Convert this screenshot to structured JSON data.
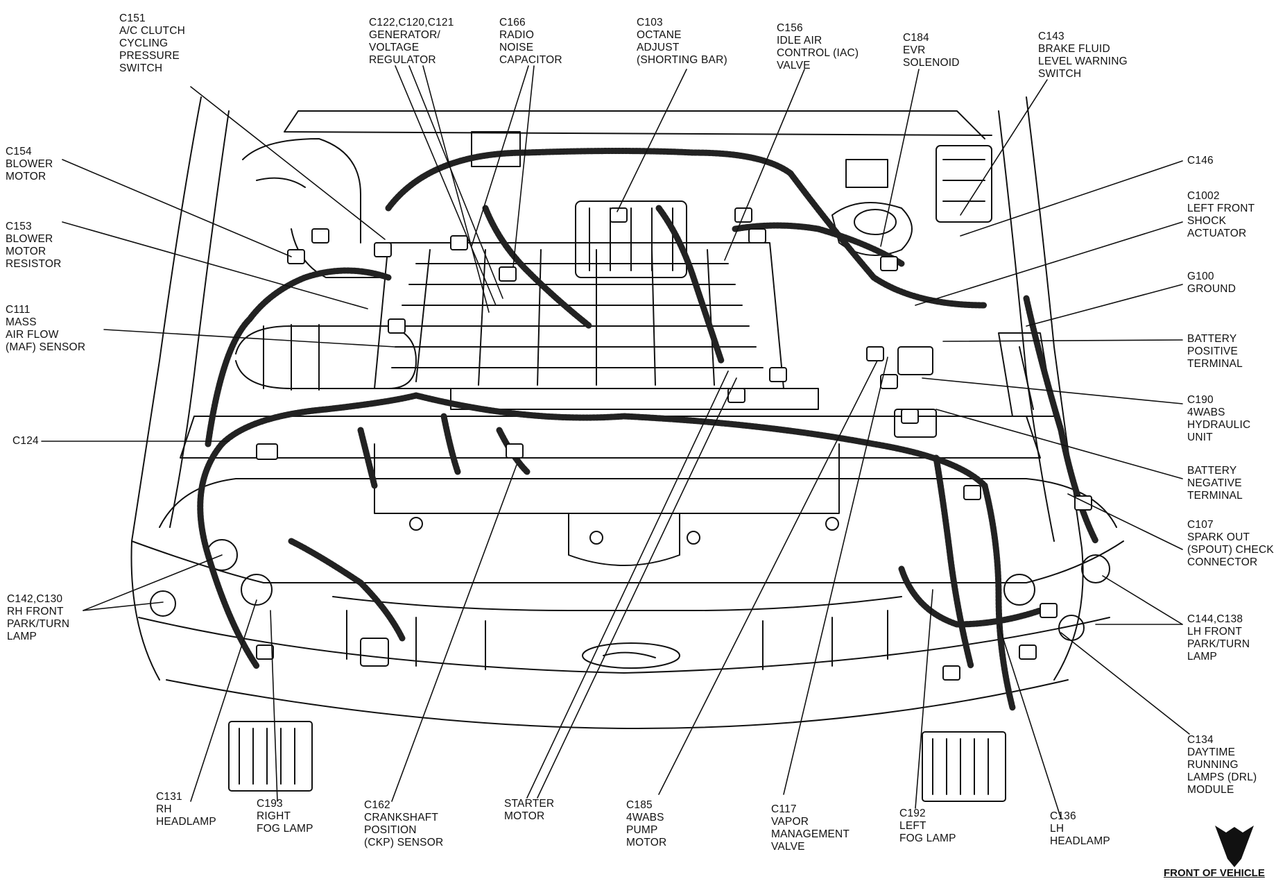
{
  "labels": [
    {
      "id": "c151",
      "lines": [
        "C151",
        "A/C CLUTCH",
        "CYCLING",
        "PRESSURE",
        "SWITCH"
      ]
    },
    {
      "id": "c122",
      "lines": [
        "C122,C120,C121",
        "GENERATOR/",
        "VOLTAGE",
        "REGULATOR"
      ]
    },
    {
      "id": "c166",
      "lines": [
        "C166",
        "RADIO",
        "NOISE",
        "CAPACITOR"
      ]
    },
    {
      "id": "c103",
      "lines": [
        "C103",
        "OCTANE",
        "ADJUST",
        "(SHORTING BAR)"
      ]
    },
    {
      "id": "c156",
      "lines": [
        "C156",
        "IDLE AIR",
        "CONTROL (IAC)",
        "VALVE"
      ]
    },
    {
      "id": "c184",
      "lines": [
        "C184",
        "EVR",
        "SOLENOID"
      ]
    },
    {
      "id": "c143",
      "lines": [
        "C143",
        "BRAKE FLUID",
        "LEVEL WARNING",
        "SWITCH"
      ]
    },
    {
      "id": "c154",
      "lines": [
        "C154",
        "BLOWER",
        "MOTOR"
      ]
    },
    {
      "id": "c153",
      "lines": [
        "C153",
        "BLOWER",
        "MOTOR",
        "RESISTOR"
      ]
    },
    {
      "id": "c111",
      "lines": [
        "C111",
        "MASS",
        "AIR FLOW",
        "(MAF) SENSOR"
      ]
    },
    {
      "id": "c124",
      "lines": [
        "C124"
      ]
    },
    {
      "id": "c142",
      "lines": [
        "C142,C130",
        "RH FRONT",
        "PARK/TURN",
        "LAMP"
      ]
    },
    {
      "id": "c146",
      "lines": [
        "C146"
      ]
    },
    {
      "id": "c1002",
      "lines": [
        "C1002",
        "LEFT FRONT",
        "SHOCK",
        "ACTUATOR"
      ]
    },
    {
      "id": "g100",
      "lines": [
        "G100",
        "GROUND"
      ]
    },
    {
      "id": "battpos",
      "lines": [
        "BATTERY",
        "POSITIVE",
        "TERMINAL"
      ]
    },
    {
      "id": "c190",
      "lines": [
        "C190",
        "4WABS",
        "HYDRAULIC",
        "UNIT"
      ]
    },
    {
      "id": "battneg",
      "lines": [
        "BATTERY",
        "NEGATIVE",
        "TERMINAL"
      ]
    },
    {
      "id": "c107",
      "lines": [
        "C107",
        "SPARK OUT",
        "(SPOUT) CHECK",
        "CONNECTOR"
      ]
    },
    {
      "id": "c144",
      "lines": [
        "C144,C138",
        "LH FRONT",
        "PARK/TURN",
        "LAMP"
      ]
    },
    {
      "id": "c134",
      "lines": [
        "C134",
        "DAYTIME",
        "RUNNING",
        "LAMPS (DRL)",
        "MODULE"
      ]
    },
    {
      "id": "c131",
      "lines": [
        "C131",
        "RH",
        "HEADLAMP"
      ]
    },
    {
      "id": "c193",
      "lines": [
        "C193",
        "RIGHT",
        "FOG LAMP"
      ]
    },
    {
      "id": "c162",
      "lines": [
        "C162",
        "CRANKSHAFT",
        "POSITION",
        "(CKP) SENSOR"
      ]
    },
    {
      "id": "starter",
      "lines": [
        "STARTER",
        "MOTOR"
      ]
    },
    {
      "id": "c185",
      "lines": [
        "C185",
        "4WABS",
        "PUMP",
        "MOTOR"
      ]
    },
    {
      "id": "c117",
      "lines": [
        "C117",
        "VAPOR",
        "MANAGEMENT",
        "VALVE"
      ]
    },
    {
      "id": "c192",
      "lines": [
        "C192",
        "LEFT",
        "FOG LAMP"
      ]
    },
    {
      "id": "c136",
      "lines": [
        "C136",
        "LH",
        "HEADLAMP"
      ]
    }
  ],
  "front_of_vehicle": "FRONT OF VEHICLE"
}
